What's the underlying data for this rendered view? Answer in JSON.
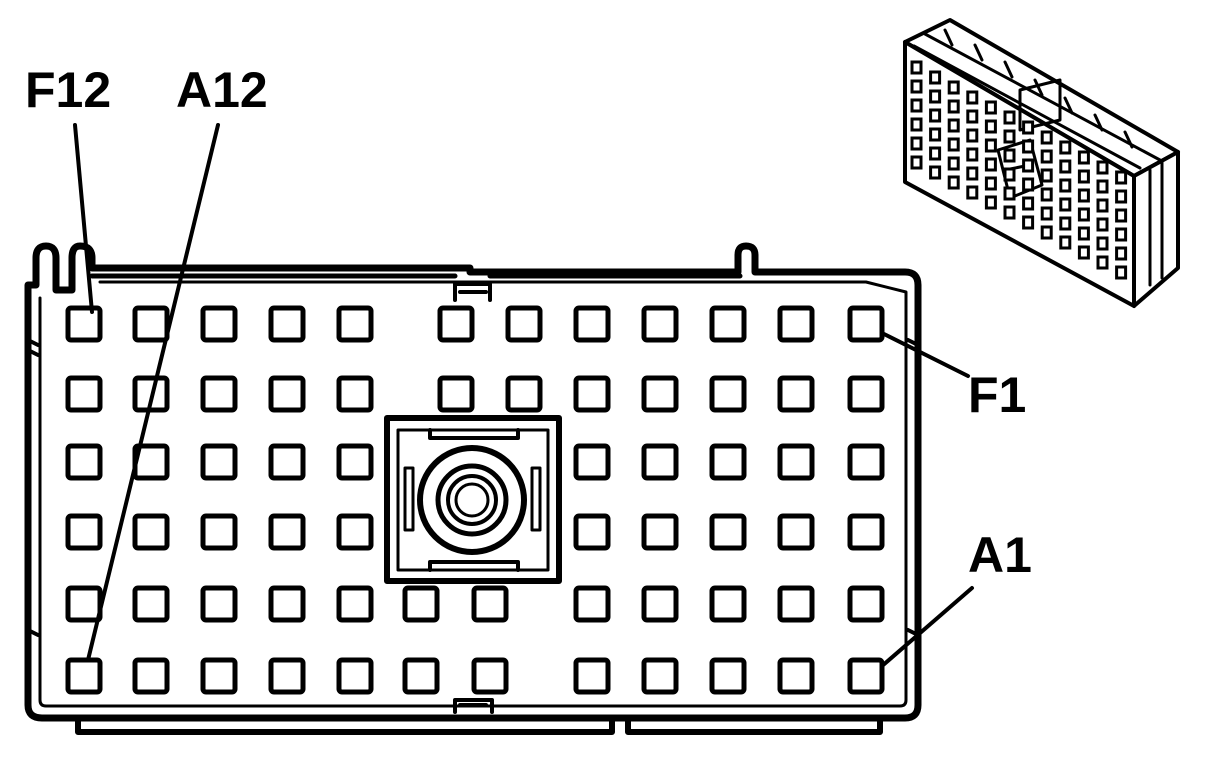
{
  "labels": {
    "f12": "F12",
    "a12": "A12",
    "f1": "F1",
    "a1": "A1"
  },
  "grid": {
    "rows": 6,
    "cols": 12
  },
  "colors": {
    "ink": "#000000",
    "background": "#ffffff"
  }
}
